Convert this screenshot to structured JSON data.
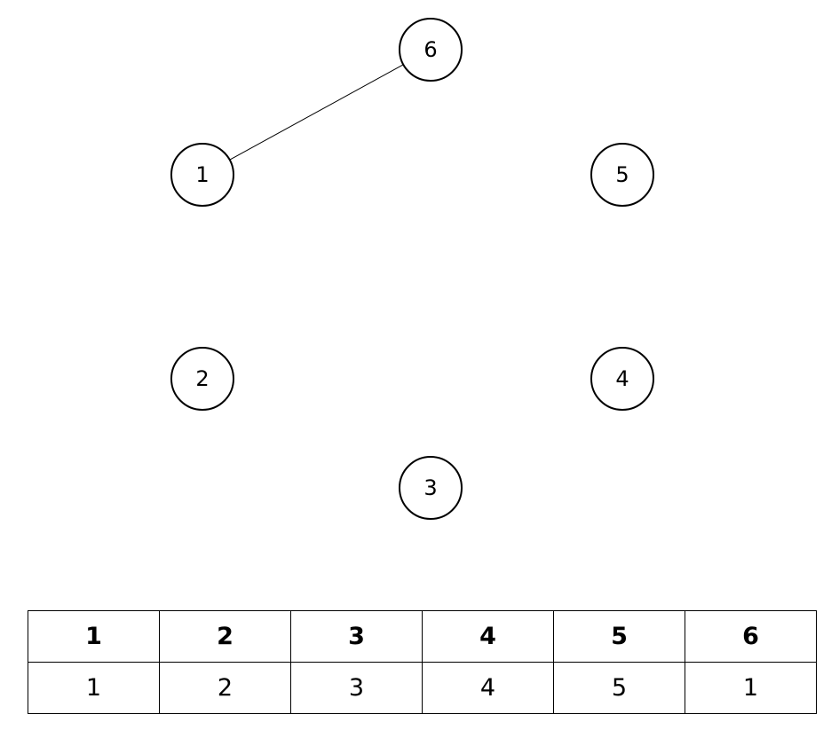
{
  "graph": {
    "nodes": [
      {
        "id": "1",
        "label": "1"
      },
      {
        "id": "2",
        "label": "2"
      },
      {
        "id": "3",
        "label": "3"
      },
      {
        "id": "4",
        "label": "4"
      },
      {
        "id": "5",
        "label": "5"
      },
      {
        "id": "6",
        "label": "6"
      }
    ],
    "edges": [
      {
        "from": "1",
        "to": "6"
      }
    ]
  },
  "table": {
    "header": [
      "1",
      "2",
      "3",
      "4",
      "5",
      "6"
    ],
    "row": [
      "1",
      "2",
      "3",
      "4",
      "5",
      "1"
    ]
  }
}
